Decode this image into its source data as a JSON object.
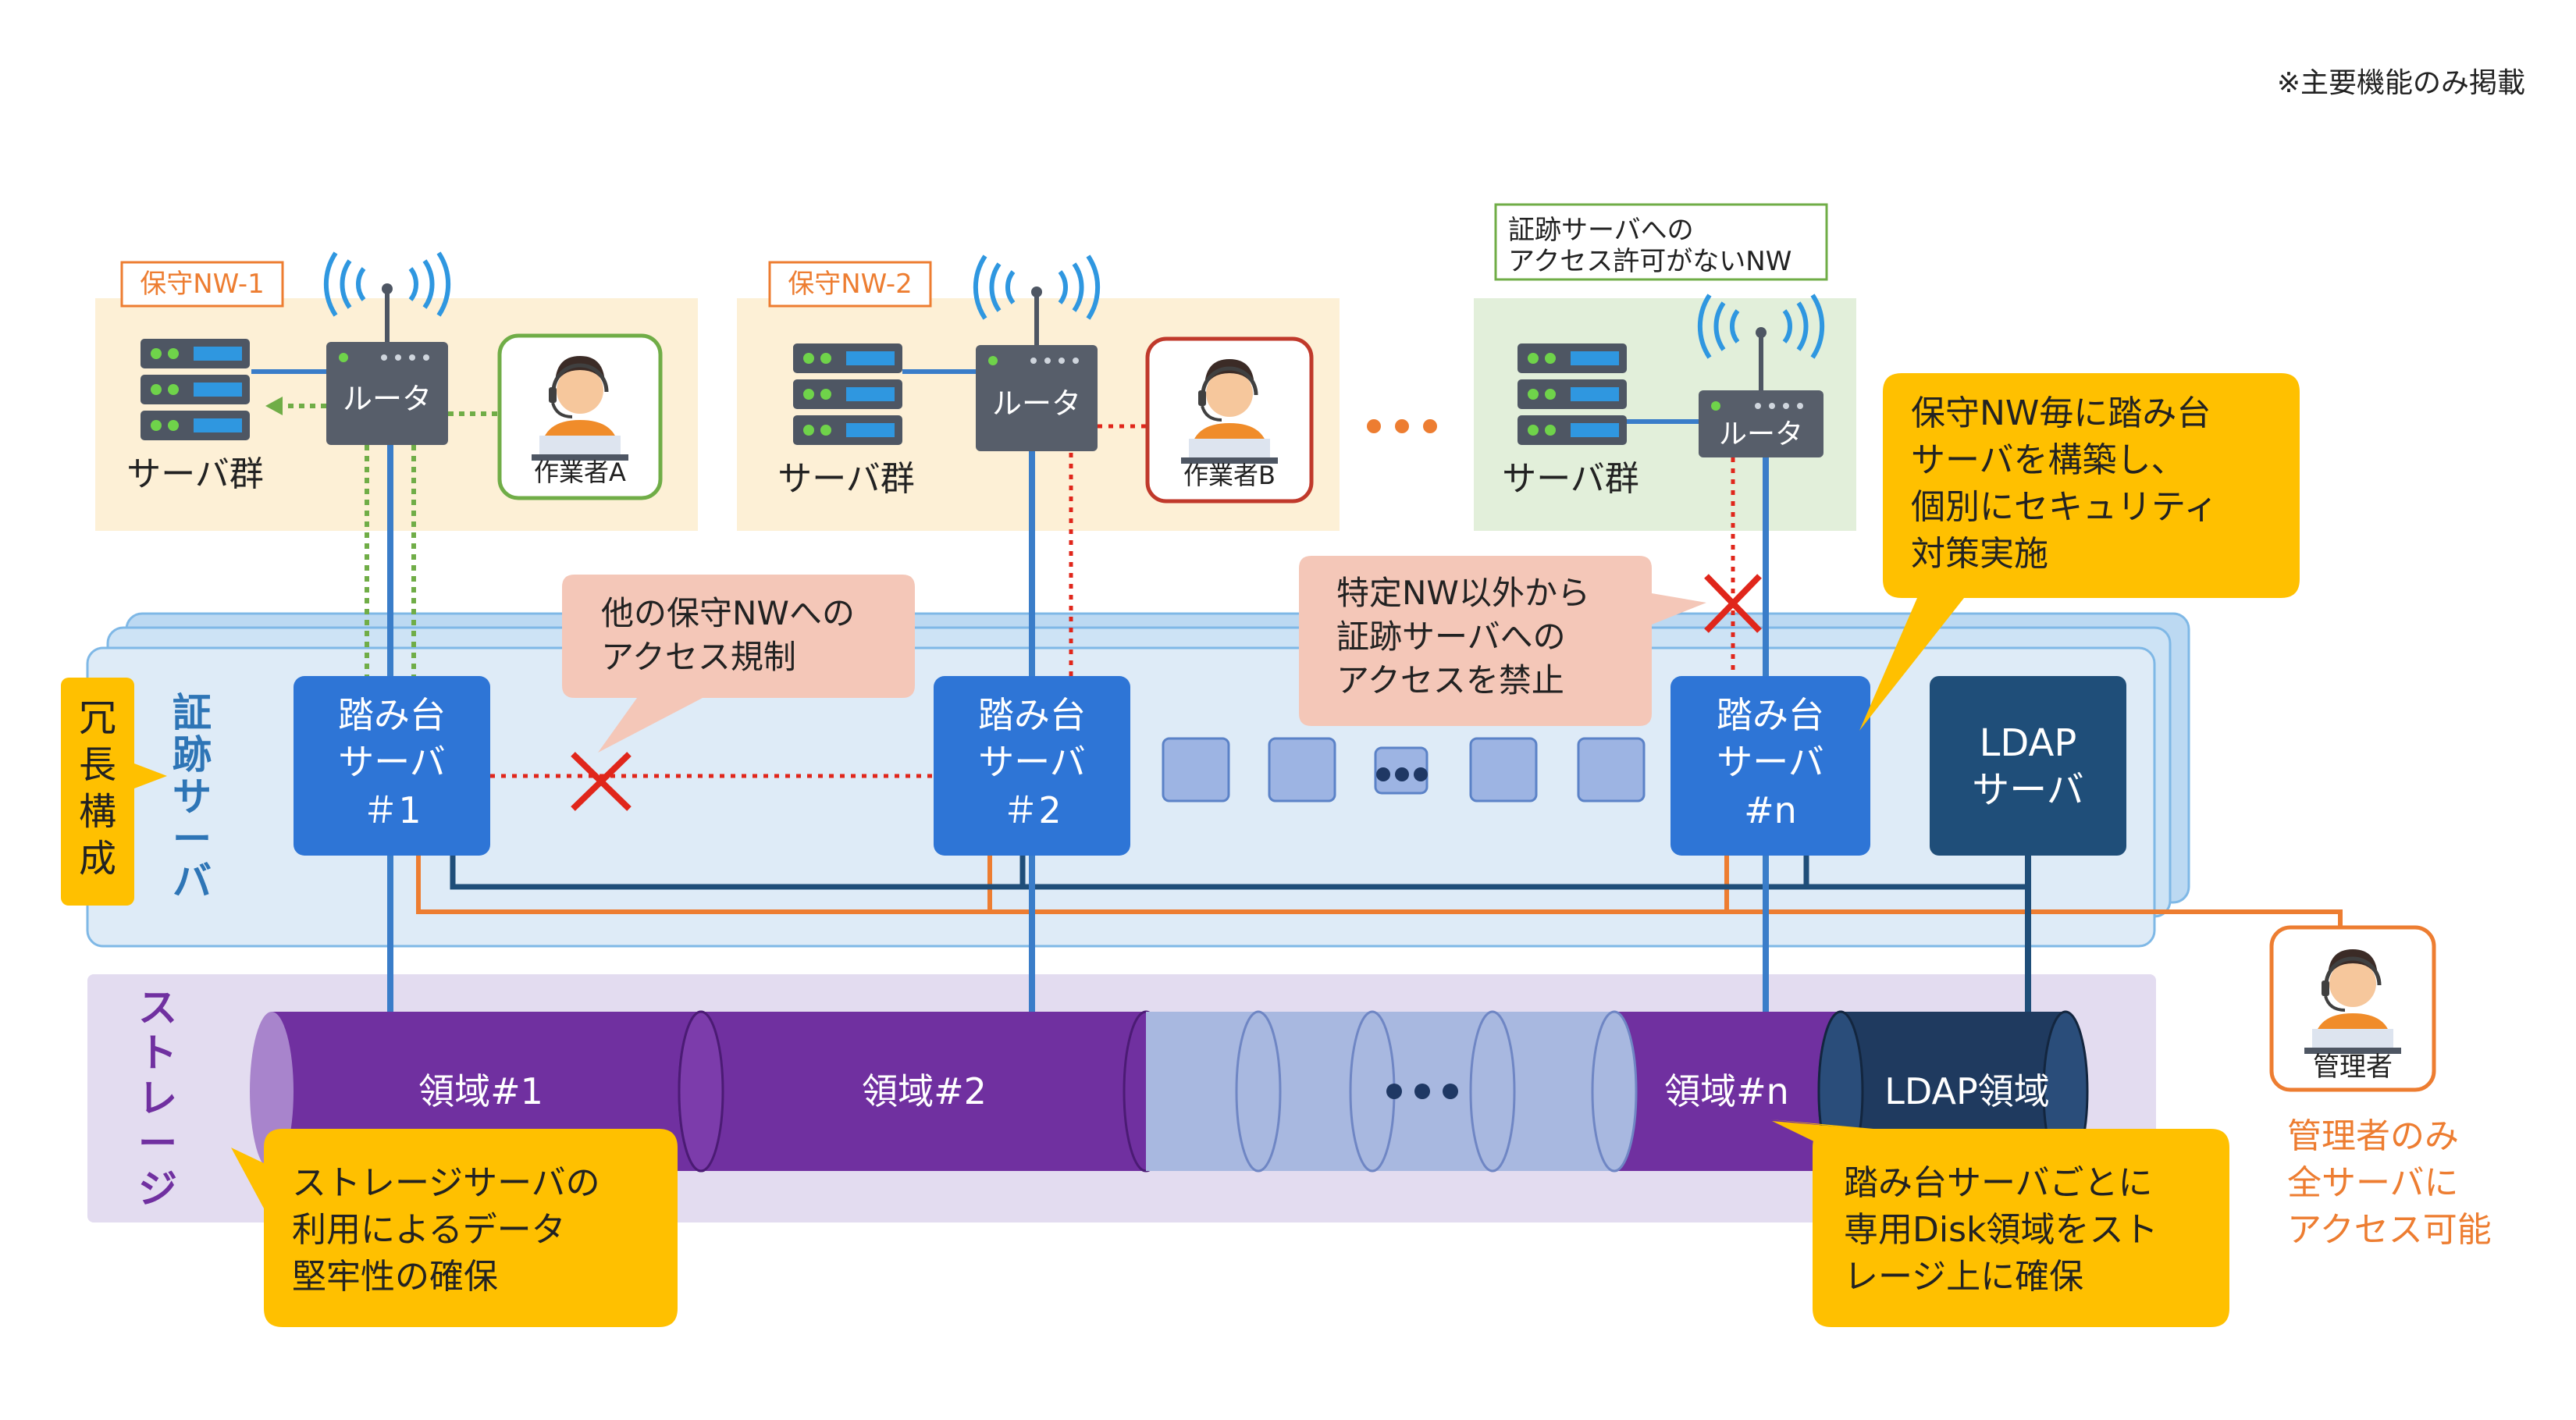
{
  "note": "※主要機能のみ掲載",
  "zones": {
    "nw1": {
      "label": "保守NW-1",
      "servers": "サーバ群",
      "router": "ルータ",
      "worker": "作業者A"
    },
    "nw2": {
      "label": "保守NW-2",
      "servers": "サーバ群",
      "router": "ルータ",
      "worker": "作業者B"
    },
    "nw3": {
      "label_line1": "証跡サーバへの",
      "label_line2": "アクセス許可がないNW",
      "servers": "サーバ群",
      "router": "ルータ"
    }
  },
  "redundancy": {
    "chars": [
      "冗",
      "長",
      "構",
      "成"
    ]
  },
  "audit_label": {
    "chars": [
      "証",
      "跡",
      "サ",
      "ー",
      "バ"
    ]
  },
  "storage_label": {
    "chars": [
      "ス",
      "ト",
      "レ",
      "ー",
      "ジ"
    ]
  },
  "step_servers": [
    {
      "line1": "踏み台",
      "line2": "サーバ",
      "line3": "＃1"
    },
    {
      "line1": "踏み台",
      "line2": "サーバ",
      "line3": "＃2"
    },
    {
      "line1": "踏み台",
      "line2": "サーバ",
      "line3": "#n"
    }
  ],
  "ldap_server": {
    "line1": "LDAP",
    "line2": "サーバ"
  },
  "storage_segments": [
    "領域#1",
    "領域#2",
    "領域#n",
    "LDAP領域"
  ],
  "callouts": {
    "access_restrict": [
      "他の保守NWへの",
      "アクセス規制"
    ],
    "deny_access": [
      "特定NW以外から",
      "証跡サーバへの",
      "アクセスを禁止"
    ],
    "per_nw": [
      "保守NW毎に踏み台",
      "サーバを構築し、",
      "個別にセキュリティ",
      "対策実施"
    ],
    "storage_robust": [
      "ストレージサーバの",
      "利用によるデータ",
      "堅牢性の確保"
    ],
    "disk_area": [
      "踏み台サーバごとに",
      "専用Disk領域をスト",
      "レージ上に確保"
    ]
  },
  "admin": {
    "label": "管理者",
    "note": [
      "管理者のみ",
      "全サーバに",
      "アクセス可能"
    ]
  },
  "colors": {
    "orange": "#ed7d31",
    "blue": "#3a7dc9",
    "navy": "#1f4e79",
    "purple": "#7030a0",
    "callout_yellow": "#ffc000",
    "callout_pink": "#f4c7b8",
    "green": "#70ad47",
    "red": "#e0261b"
  }
}
